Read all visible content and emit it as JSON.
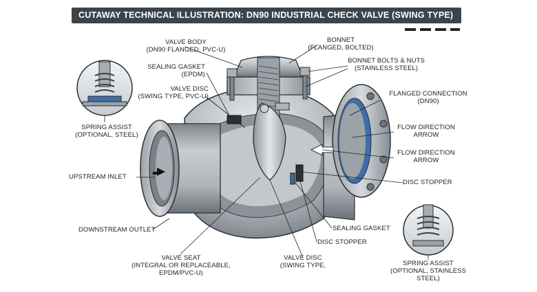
{
  "title": "CUTAWAY TECHNICAL ILLUSTRATION: DN90 INDUSTRIAL CHECK VALVE (SWING TYPE)",
  "labels": {
    "valve_body": [
      "VALVE BODY",
      "(DN90 FLANGED, PVC-U)"
    ],
    "bonnet": [
      "BONNET",
      "(FLANGED, BOLTED)"
    ],
    "bonnet_bolts": [
      "BONNET BOLTS & NUTS",
      "(STAINLESS STEEL)"
    ],
    "sealing_gasket_top": [
      "SEALING GASKET",
      "(EPDM)"
    ],
    "valve_disc_top": [
      "VALVE DISC",
      "(SWING TYPE, PVC-U)"
    ],
    "flanged_connection": [
      "FLANGED CONNECTION",
      "(DN90)"
    ],
    "flow_arrow_1": [
      "FLOW DIRECTION",
      "ARROW"
    ],
    "flow_arrow_2": [
      "FLOW DIRECTION",
      "ARROW"
    ],
    "spring_assist_left": [
      "SPRING ASSIST",
      "(OPTIONAL, STEEL)"
    ],
    "upstream_inlet": [
      "UPSTREAM INLET"
    ],
    "disc_stopper_right": [
      "DISC STOPPER"
    ],
    "downstream_outlet": [
      "DOWNSTREAM OUTLET"
    ],
    "sealing_gasket_bottom": [
      "SEALING GASKET"
    ],
    "disc_stopper_bottom": [
      "DISC STOPPER"
    ],
    "valve_seat": [
      "VALVE SEAT",
      "(INTEGRAL OR REPLACEABLE,",
      "EPDM/PVC-U)"
    ],
    "valve_disc_bottom": [
      "VALVE DISC",
      "(SWING TYPE,"
    ],
    "spring_assist_right": [
      "SPRING ASSIST",
      "(OPTIONAL, STAINLESS",
      "STEEL)"
    ]
  },
  "colors": {
    "title_bg": "#3c444b",
    "metal_light": "#d9dde1",
    "metal_mid": "#a7adb3",
    "metal_dark": "#5f666c",
    "seal_blue": "#3f6ea8",
    "outline": "#2b2f33"
  }
}
